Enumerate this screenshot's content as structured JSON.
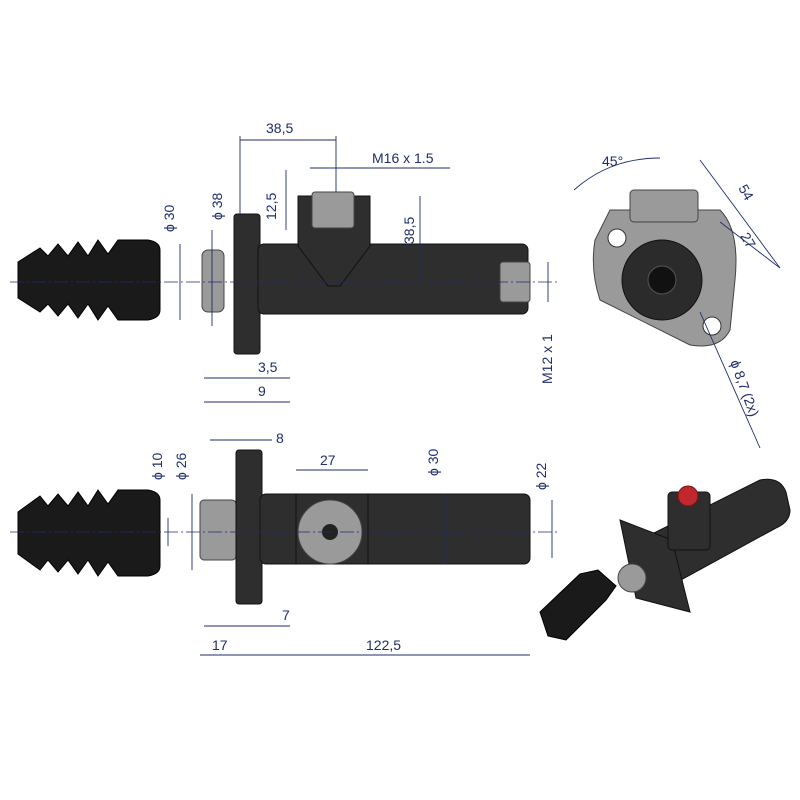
{
  "dimensions": {
    "top_length": "38,5",
    "thread_main": "M16 x 1.5",
    "offset_12_5": "12,5",
    "height_38_5": "38,5",
    "dia_30_top": "30",
    "dia_38": "38",
    "flange_3_5": "3,5",
    "flange_9": "9",
    "thread_side": "M12 x 1",
    "angle": "45°",
    "span_54": "54",
    "span_27_side": "27",
    "hole_dia": "8,7 (2x)",
    "dia_10": "10",
    "dia_26": "26",
    "flange_8": "8",
    "center_27": "27",
    "dia_30_bottom": "30",
    "dia_22": "22",
    "flange_7": "7",
    "len_17": "17",
    "len_122_5": "122,5"
  },
  "symbols": {
    "diameter": "ϕ"
  },
  "colors": {
    "dimension_line": "#1f2d6b",
    "part_body": "#2e2e2e",
    "boot": "#1a1a1a",
    "metal": "#9a9a9a",
    "seal_red": "#c0282d"
  }
}
